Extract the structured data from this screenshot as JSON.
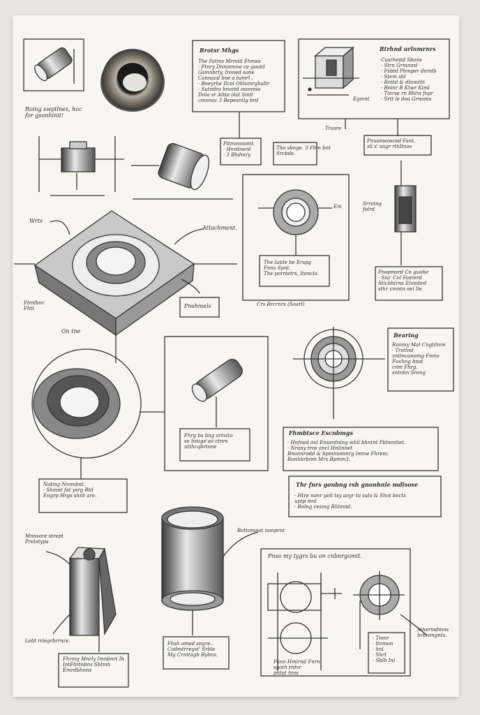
{
  "labels": {
    "rolling_parts": "Roing swptlnes, hoc\nfor gsonhinit!",
    "tl_box_title": "Rrotsr Mhgs",
    "tl_box_lines": "The Fatms Mrmtd Fhmes\n· Ftnry Dnmnmne ce goutd\n  Gsmnbrty, Ironed sone\n  Cannacd boe a tumrl .\n· Bneyrhe Ilcol Ohlomrghaltr\n· Sutndra bnorid osonnsa\n  Dnia sr Altte olol Smit\n  cmonoc 3 Bepesntlg brd",
    "tr_box_title": "Rtrhnd urlnmrnrs",
    "tr_box_lines": "Cusrheitd Sbons\n· Strn Grmmrd\n· Fsbtd Phmper dnrslb\n· Stem sbl\n· Rnttd & dlnmtht\n· Bninr B Ktwr Kiml\n· Tinrse rn Bhlm fnpr\n· Srtt le doa Grnoms",
    "tr_egmnt": "Egmnt",
    "tr_trasre": "Trasre",
    "small_hardened": "Pitmonoomt.\n· Hnrdnerd\n· 3 Bhdmry",
    "small_sbnge": "The sbnge. 3 Fhm bnt\nSrcbde.",
    "small_phamc": "Pnuomeosced Fant.\nsli s' sngr rthltnos",
    "midtop_em": "Em",
    "midtop_iatde": "The Iatde be Erspg\nFnns Spnt.\nThe porrtetrs, Itonclo.",
    "midtop_cap": "Crs Rrcrnrs (Soarl)",
    "kroniu": "Srroing\nfolrd",
    "right_spec": "Pnopmsrd Cn guohe\n· Ssa' Col Fosrerd\n  Stlcbhtrns Elvmbrd\n  sthr cmntn oel lle.",
    "wrts": "Wrts",
    "attachment": "Attachment.",
    "fhmdlle": "Fbrdbnr\nFhtt",
    "bushmels": "Pnshmels",
    "on_line": "On tne",
    "right_mid_title": "Bearing",
    "right_mid_lines": "Ranmy Mal Cngtilnre\n· Trsttnd\n  vntlncanomg Fnms\n  Fuvhng bnst\n  cnm Fhrg.\n  sntnhn Srong",
    "cyl_box": "Fhrg bs bng ortxtto\nse bouge'ao ctnrs\nutthcqbrtone",
    "mid_spec_title": "Fhmbtsce Escnbmgs",
    "mid_spec_lines": "· Hnfned oxt Enssrdning whil bhntnt Pblmnttet.\n· Nrany tros ancl Hnlinnet\n  Bnonnrodd & bpmmomnrg lmme Fhrem.\n  Ronhbrbnm Mrs Bpmm3.",
    "low_spec_title": "Thr fnrs gonbng rsh gnonhnle mdlsose",
    "low_spec_lines": "· Htre nonr yetl tsy aoyr to sulo & Shot bocts\n  uptp mnl\n· Bnlng cesmg Rhlmnd.",
    "nating": "Nating Nmmbnt.\n· Shmnt fot ysrg Btd\n  Engrp Hrgs shsh are.",
    "macnre": "Mnnsore strept\nProlotyps",
    "bottom_mid_note": "Bottomnot nonprnt",
    "leftpr": "Lebt rrlegrbrrnre.",
    "bottom_left_box": "Fhrmg Mnrly Imnbnrt Ih\nIntFhrtnbns Sbtmh\nEmrdbhnns",
    "bottom_center_box": "Fhsh omed sngre..\n  Codmtrregst' Srble\n  Mg Crnttagb Bybns.",
    "bottom_right_title": "Pnso my tygrs bu on cnbnrgomit.",
    "bottom_right_side": "Inhermdmns\nbrkcongnts.",
    "bottom_right_footer": "Fonn Hmlrnd Fnrn\nsgoth trdvr\nphtot hms",
    "bottom_right_list": "· Tnmr\n· ltnmon\n· hnl\n· Shrt\n· Sblb Inl"
  }
}
